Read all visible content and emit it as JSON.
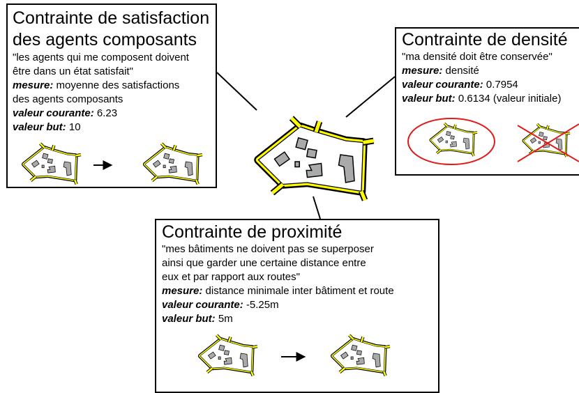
{
  "satisfaction": {
    "title_line1": "Contrainte de satisfaction",
    "title_line2": "des agents composants",
    "quote_line1": "\"les agents qui me composent doivent",
    "quote_line2": "être dans un état satisfait\"",
    "mesure_label": "mesure:",
    "mesure_line1": "moyenne des satisfactions",
    "mesure_line2": "des agents composants",
    "courante_label": "valeur courante:",
    "courante_value": "6.23",
    "but_label": "valeur but:",
    "but_value": "10"
  },
  "densite": {
    "title": "Contrainte de densité",
    "quote": "\"ma densité doit être conservée\"",
    "mesure_label": "mesure:",
    "mesure_value": "densité",
    "courante_label": "valeur courante:",
    "courante_value": "0.7954",
    "but_label": "valeur but:",
    "but_value": "0.6134 (valeur initiale)"
  },
  "proximite": {
    "title": "Contrainte de proximité",
    "quote_line1": "\"mes bâtiments ne doivent pas se superposer",
    "quote_line2": "ainsi que garder une certaine distance entre",
    "quote_line3": "eux et par rapport aux routes\"",
    "mesure_label": "mesure:",
    "mesure_value": "distance minimale inter bâtiment et route",
    "courante_label": "valeur courante:",
    "courante_value": "-5.25m",
    "but_label": "valeur but:",
    "but_value": "5m"
  },
  "colors": {
    "road": "#ffff00",
    "outline": "#000000",
    "building": "#aaaaaa",
    "highlight": "#e01b1b"
  }
}
